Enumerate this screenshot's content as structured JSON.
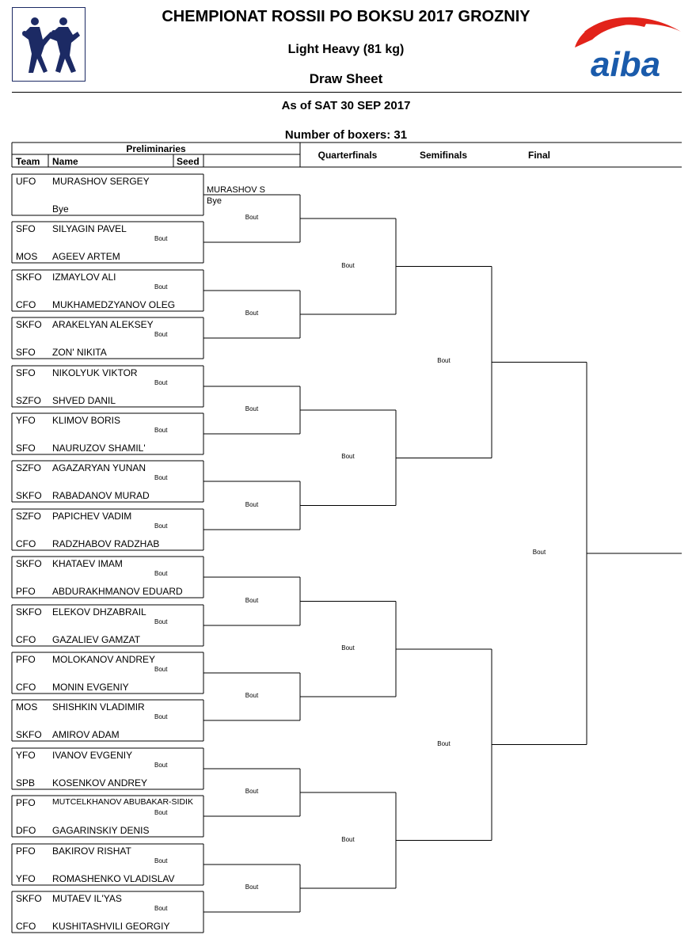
{
  "header": {
    "title": "CHEMPIONAT ROSSII PO BOKSU 2017 GROZNIY",
    "weight_class": "Light Heavy (81 kg)",
    "sheet_title": "Draw Sheet",
    "as_of": "As of SAT 30 SEP 2017",
    "boxer_count": "Number of boxers: 31",
    "aiba_text": "aiba"
  },
  "columns": {
    "preliminaries": "Preliminaries",
    "team": "Team",
    "name": "Name",
    "seed": "Seed",
    "quarterfinals": "Quarterfinals",
    "semifinals": "Semifinals",
    "final": "Final"
  },
  "bout_label": "Bout",
  "bye_entry": {
    "name": "MURASHOV S",
    "note": "Bye"
  },
  "prelim_pairs": [
    {
      "top": {
        "team": "UFO",
        "name": "MURASHOV SERGEY"
      },
      "bottom": {
        "team": "",
        "name": "Bye"
      },
      "bout": ""
    },
    {
      "top": {
        "team": "SFO",
        "name": "SILYAGIN PAVEL"
      },
      "bottom": {
        "team": "MOS",
        "name": "AGEEV ARTEM"
      },
      "bout": "Bout"
    },
    {
      "top": {
        "team": "SKFO",
        "name": "IZMAYLOV ALI"
      },
      "bottom": {
        "team": "CFO",
        "name": "MUKHAMEDZYANOV OLEG"
      },
      "bout": "Bout"
    },
    {
      "top": {
        "team": "SKFO",
        "name": "ARAKELYAN ALEKSEY"
      },
      "bottom": {
        "team": "SFO",
        "name": "ZON' NIKITA"
      },
      "bout": "Bout"
    },
    {
      "top": {
        "team": "SFO",
        "name": "NIKOLYUK VIKTOR"
      },
      "bottom": {
        "team": "SZFO",
        "name": "SHVED DANIL"
      },
      "bout": "Bout"
    },
    {
      "top": {
        "team": "YFO",
        "name": "KLIMOV BORIS"
      },
      "bottom": {
        "team": "SFO",
        "name": "NAURUZOV SHAMIL'"
      },
      "bout": "Bout"
    },
    {
      "top": {
        "team": "SZFO",
        "name": "AGAZARYAN YUNAN"
      },
      "bottom": {
        "team": "SKFO",
        "name": "RABADANOV MURAD"
      },
      "bout": "Bout"
    },
    {
      "top": {
        "team": "SZFO",
        "name": "PAPICHEV VADIM"
      },
      "bottom": {
        "team": "CFO",
        "name": "RADZHABOV RADZHAB"
      },
      "bout": "Bout"
    },
    {
      "top": {
        "team": "SKFO",
        "name": "KHATAEV IMAM"
      },
      "bottom": {
        "team": "PFO",
        "name": "ABDURAKHMANOV EDUARD"
      },
      "bout": "Bout"
    },
    {
      "top": {
        "team": "SKFO",
        "name": "ELEKOV DHZABRAIL"
      },
      "bottom": {
        "team": "CFO",
        "name": "GAZALIEV GAMZAT"
      },
      "bout": "Bout"
    },
    {
      "top": {
        "team": "PFO",
        "name": "MOLOKANOV ANDREY"
      },
      "bottom": {
        "team": "CFO",
        "name": "MONIN EVGENIY"
      },
      "bout": "Bout"
    },
    {
      "top": {
        "team": "MOS",
        "name": "SHISHKIN VLADIMIR"
      },
      "bottom": {
        "team": "SKFO",
        "name": "AMIROV ADAM"
      },
      "bout": "Bout"
    },
    {
      "top": {
        "team": "YFO",
        "name": "IVANOV EVGENIY"
      },
      "bottom": {
        "team": "SPB",
        "name": "KOSENKOV ANDREY"
      },
      "bout": "Bout"
    },
    {
      "top": {
        "team": "PFO",
        "name": "MUTCELKHANOV ABUBAKAR-SIDIK"
      },
      "bottom": {
        "team": "DFO",
        "name": "GAGARINSKIY DENIS"
      },
      "bout": "Bout"
    },
    {
      "top": {
        "team": "PFO",
        "name": "BAKIROV RISHAT"
      },
      "bottom": {
        "team": "YFO",
        "name": "ROMASHENKO VLADISLAV"
      },
      "bout": "Bout"
    },
    {
      "top": {
        "team": "SKFO",
        "name": "MUTAEV IL'YAS"
      },
      "bottom": {
        "team": "CFO",
        "name": "KUSHITASHVILI GEORGIY"
      },
      "bout": "Bout"
    }
  ],
  "rounds": {
    "round_of_16": [
      "Bout",
      "Bout",
      "Bout",
      "Bout",
      "Bout",
      "Bout",
      "Bout",
      "Bout"
    ],
    "quarterfinals": [
      "Bout",
      "Bout",
      "Bout",
      "Bout"
    ],
    "semifinals": [
      "Bout",
      "Bout"
    ],
    "final": [
      "Bout"
    ]
  },
  "colors": {
    "text": "#000000",
    "logo_blue": "#1c2a64",
    "aiba_red": "#e2231a",
    "aiba_blue": "#1a5bab"
  }
}
